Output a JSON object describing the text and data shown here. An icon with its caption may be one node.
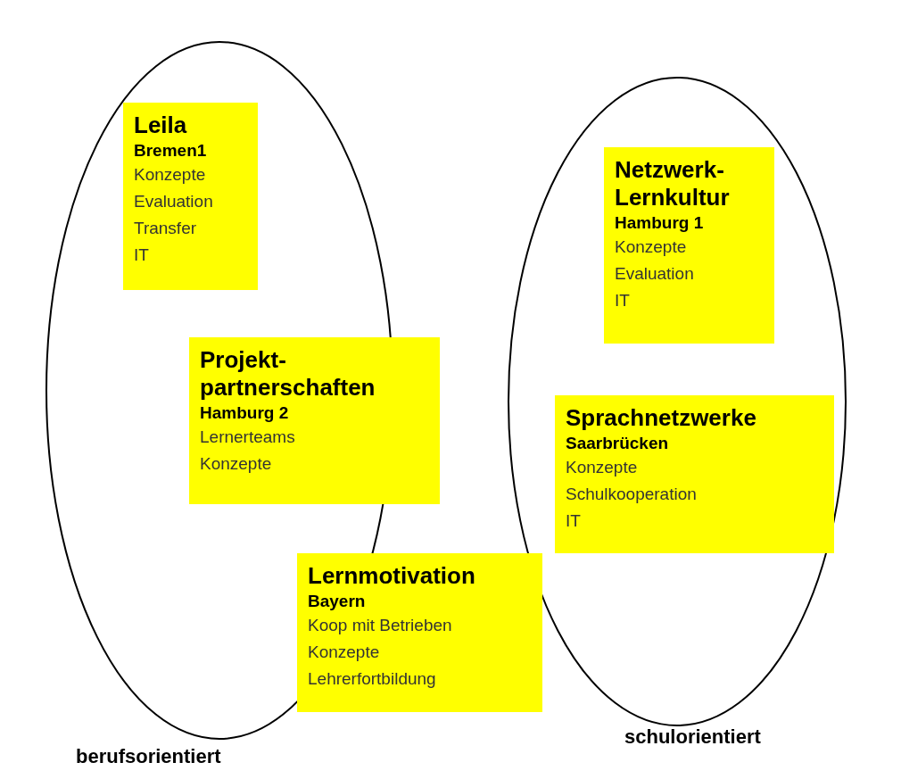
{
  "diagram": {
    "nodes": [
      {
        "text": [
          "berufsorientiert"
        ]
      },
      {
        "text": [
          "schulorientiert"
        ]
      },
      {
        "text": [
          "Leila",
          "Bremen1",
          "Konzepte",
          "Evaluation",
          "Transfer",
          "IT"
        ],
        "in": 0
      },
      {
        "text": [
          "Netzwerk-Lernkultur",
          "Hamburg 1",
          "Konzepte",
          "Evaluation",
          "IT"
        ],
        "in": 1
      },
      {
        "text": [
          "Projekt-partnerschaften",
          "Hamburg 2",
          "Lernerteams",
          "Konzepte"
        ]
      },
      {
        "text": [
          "Sprachnetzwerke",
          "Saarbrücken",
          "Konzepte",
          "Schulkooperation",
          "IT"
        ],
        "in": 1
      },
      {
        "text": [
          "Lernmotivation",
          "Bayern",
          "Koop mit Betrieben",
          "Konzepte",
          "Lehrerfortbildung"
        ]
      }
    ]
  }
}
